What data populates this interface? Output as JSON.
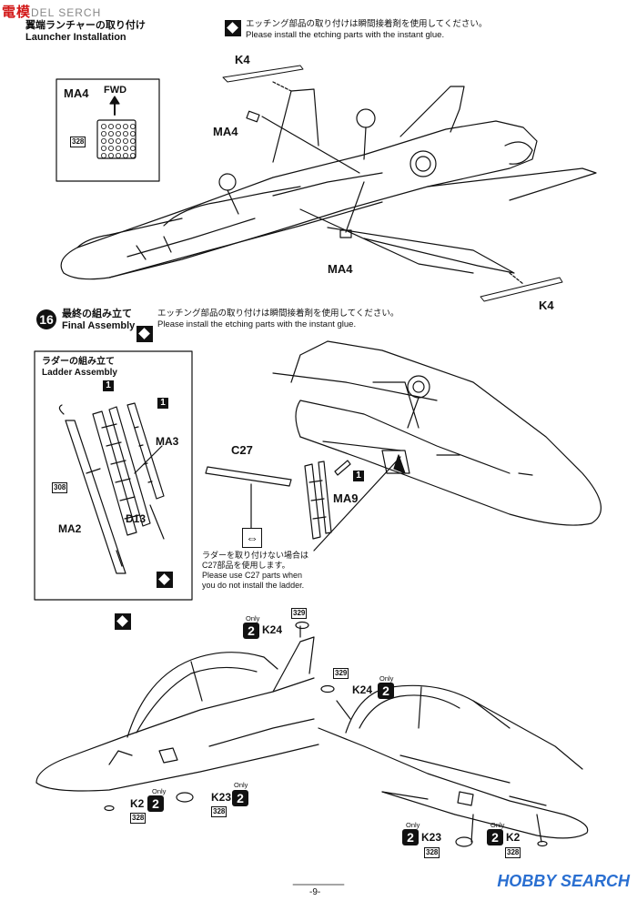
{
  "watermark": {
    "left": "電模",
    "left2": "DEL SERCH",
    "right": "HOBBY SEARCH"
  },
  "step15": {
    "title_jp": "翼端ランチャーの取り付け",
    "title_en": "Launcher Installation",
    "note_jp": "エッチング部品の取り付けは瞬間接着剤を使用してください。",
    "note_en": "Please install the etching parts with the instant glue.",
    "inset": {
      "part": "MA4",
      "fwd": "FWD",
      "tag": "328"
    },
    "labels": {
      "k4_top": "K4",
      "ma4_left": "MA4",
      "ma4_bottom": "MA4",
      "k4_bottom": "K4"
    }
  },
  "step16": {
    "number": "16",
    "title_jp": "最終の組み立て",
    "title_en": "Final Assembly",
    "note_jp": "エッチング部品の取り付けは瞬間接着剤を使用してください。",
    "note_en": "Please install the etching parts with the instant glue.",
    "ladder": {
      "title_jp": "ラダーの組み立て",
      "title_en": "Ladder Assembly",
      "labels": {
        "ma3": "MA3",
        "ma2": "MA2",
        "d13": "D13",
        "tag": "308",
        "one_a": "1",
        "one_b": "1"
      }
    },
    "labels": {
      "c27": "C27",
      "ma9": "MA9",
      "one": "1"
    },
    "alt_note_jp": [
      "ラダーを取り付けない場合は",
      "C27部品を使用します。"
    ],
    "alt_note_en": [
      "Please use C27 parts when",
      "you do not install the ladder."
    ]
  },
  "bottom": {
    "only": "Only",
    "option": "2",
    "k24": "K24",
    "k2": "K2",
    "k23": "K23",
    "tag329": "329",
    "tag328": "328"
  },
  "page_number": "-9-"
}
